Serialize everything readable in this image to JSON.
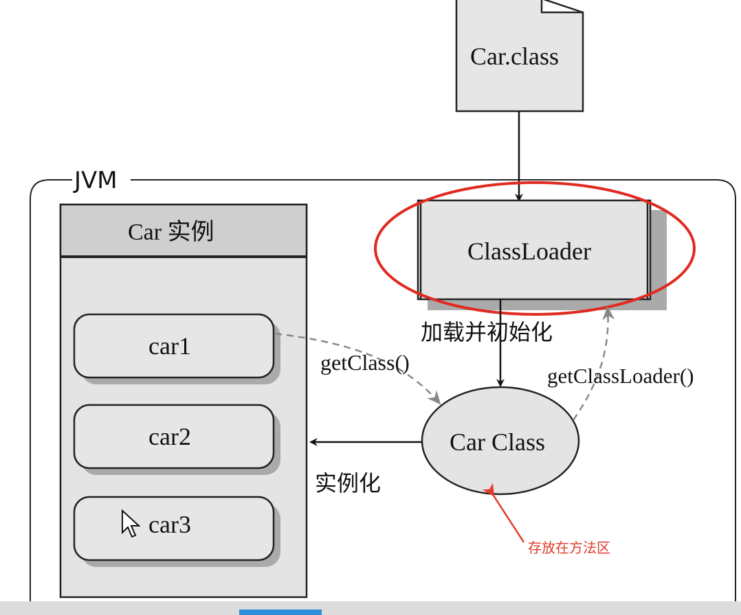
{
  "file": {
    "label": "Car.class"
  },
  "jvm": {
    "label": "JVM"
  },
  "instances_panel": {
    "header": "Car 实例",
    "items": [
      "car1",
      "car2",
      "car3"
    ]
  },
  "classloader": {
    "label": "ClassLoader"
  },
  "car_class": {
    "label": "Car Class"
  },
  "edges": {
    "load_init": "加载并初始化",
    "get_class": "getClass()",
    "get_class_loader": "getClassLoader()",
    "instantiate": "实例化"
  },
  "annotation": {
    "text": "存放在方法区",
    "color": "#e23a2a"
  },
  "highlight_color": "#e02a20"
}
